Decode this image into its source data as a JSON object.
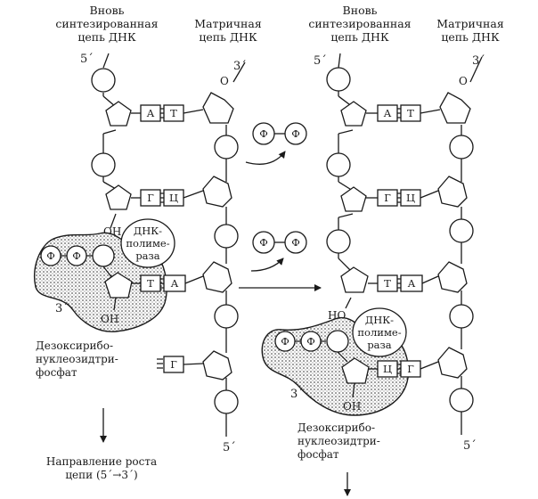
{
  "left_panel": {
    "new_strand_label": [
      "Вновь",
      "синтезированная",
      "цепь ДНК"
    ],
    "template_strand_label": [
      "Матричная",
      "цепь ДНК"
    ],
    "five_prime_top": "5´",
    "three_prime_top": "3´",
    "o_label": "O",
    "oh_label": "OH",
    "oh_bottom_label": "OH",
    "three_prime_enzyme": "3´",
    "five_prime_bottom": "5´",
    "polymerase_label": [
      "ДНК-",
      "полиме-",
      "раза"
    ],
    "phosphate": "Ф",
    "base_pairs": [
      {
        "new": "А",
        "template": "Т"
      },
      {
        "new": "Г",
        "template": "Ц"
      },
      {
        "new": "Т",
        "template": "А"
      }
    ],
    "free_base": "Г",
    "dntp_label": [
      "Дезоксирибо-",
      "нуклеозидтри-",
      "фосфат"
    ],
    "growth_label": [
      "Направление роста",
      "цепи (5´→3´)"
    ]
  },
  "middle": {
    "phosphate_pair_top": [
      "Ф",
      "Ф"
    ],
    "phosphate_pair_bottom": [
      "Ф",
      "Ф"
    ]
  },
  "right_panel": {
    "new_strand_label": [
      "Вновь",
      "синтезированная",
      "цепь ДНК"
    ],
    "template_strand_label": [
      "Матричная",
      "цепь ДНК"
    ],
    "five_prime_top": "5´",
    "three_prime_top": "3´",
    "o_label": "O",
    "ho_label": "HO",
    "oh_bottom_label": "OH",
    "three_prime_enzyme": "3´",
    "five_prime_bottom": "5´",
    "polymerase_label": [
      "ДНК-",
      "полиме-",
      "раза"
    ],
    "phosphate": "Ф",
    "base_pairs": [
      {
        "new": "А",
        "template": "Т"
      },
      {
        "new": "Г",
        "template": "Ц"
      },
      {
        "new": "Т",
        "template": "А"
      },
      {
        "new": "Ц",
        "template": "Г"
      }
    ],
    "dntp_label": [
      "Дезоксирибо-",
      "нуклеозидтри-",
      "фосфат"
    ]
  },
  "colors": {
    "ink": "#1a1a1a",
    "background": "#ffffff"
  }
}
